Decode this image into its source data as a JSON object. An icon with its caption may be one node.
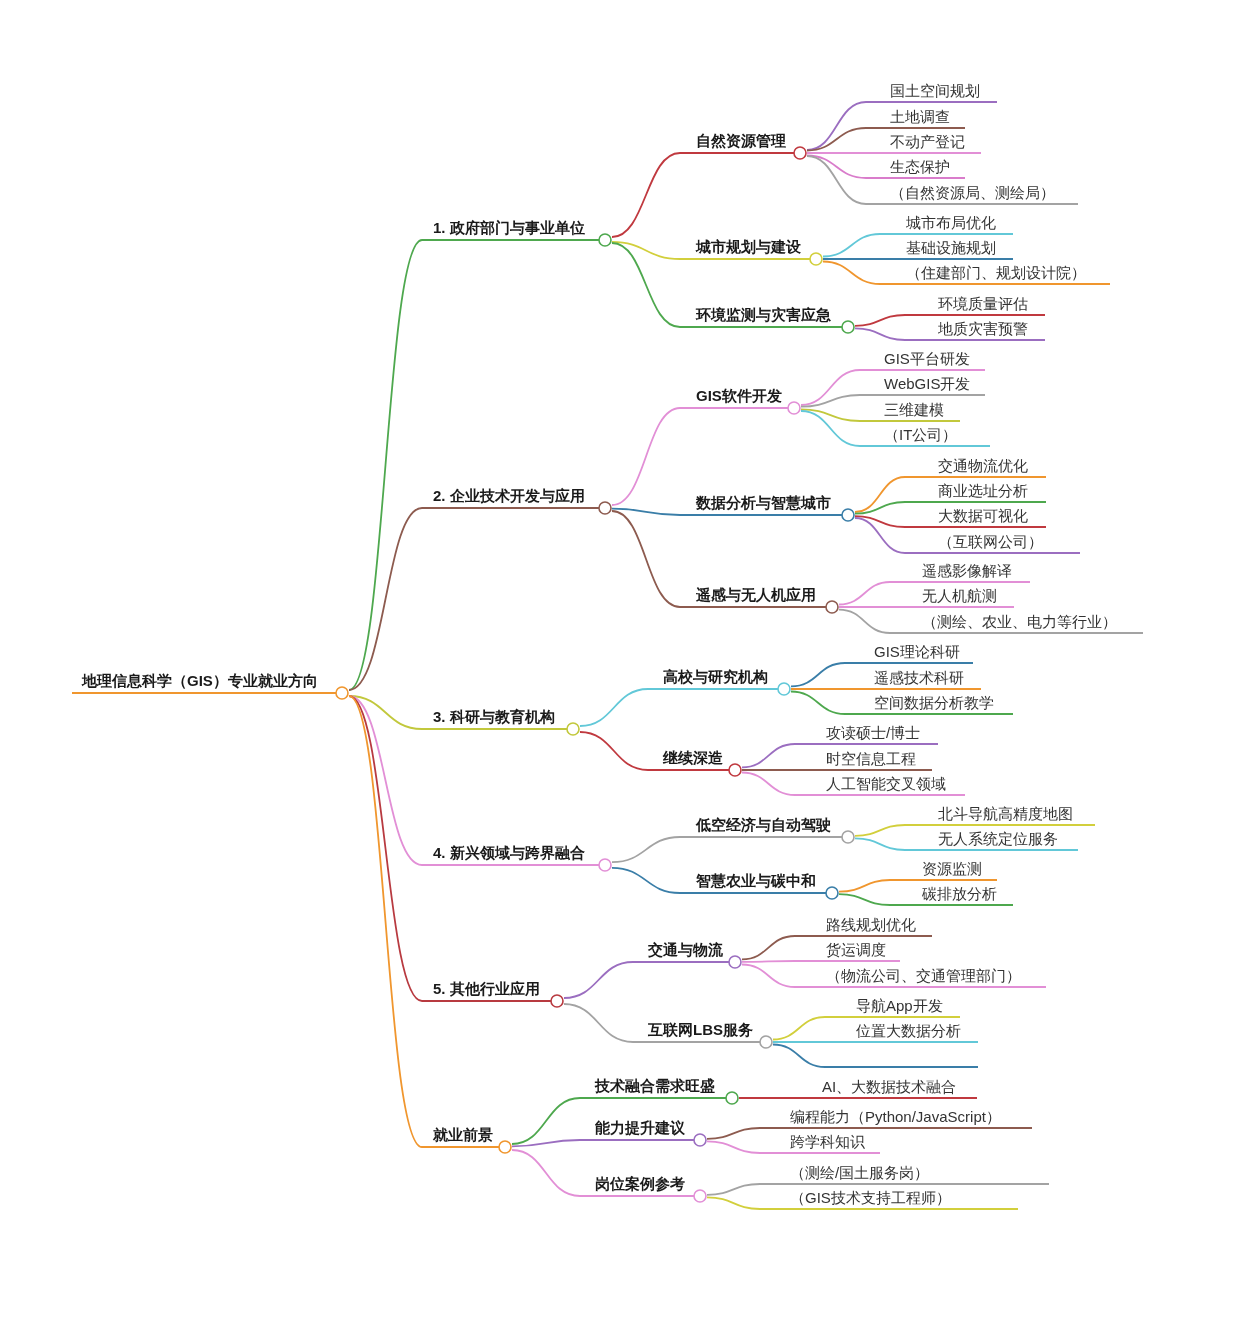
{
  "diagram": {
    "nodes": [
      {
        "text": [
          "地理信息科学（GIS）专业就业方向"
        ]
      },
      {
        "text": [
          "1. 政府部门与事业单位"
        ]
      },
      {
        "text": [
          "自然资源管理"
        ]
      },
      {
        "text": [
          "国土空间规划"
        ]
      },
      {
        "text": [
          "土地调查"
        ]
      },
      {
        "text": [
          "不动产登记"
        ]
      },
      {
        "text": [
          "生态保护"
        ]
      },
      {
        "text": [
          "（自然资源局、测绘局）"
        ]
      },
      {
        "text": [
          "城市规划与建设"
        ]
      },
      {
        "text": [
          "城市布局优化"
        ]
      },
      {
        "text": [
          "基础设施规划"
        ]
      },
      {
        "text": [
          "（住建部门、规划设计院）"
        ]
      },
      {
        "text": [
          "环境监测与灾害应急"
        ]
      },
      {
        "text": [
          "环境质量评估"
        ]
      },
      {
        "text": [
          "地质灾害预警"
        ]
      },
      {
        "text": [
          "2. 企业技术开发与应用"
        ]
      },
      {
        "text": [
          "GIS软件开发"
        ]
      },
      {
        "text": [
          "GIS平台研发"
        ]
      },
      {
        "text": [
          "WebGIS开发"
        ]
      },
      {
        "text": [
          "三维建模"
        ]
      },
      {
        "text": [
          "（IT公司）"
        ]
      },
      {
        "text": [
          "数据分析与智慧城市"
        ]
      },
      {
        "text": [
          "交通物流优化"
        ]
      },
      {
        "text": [
          "商业选址分析"
        ]
      },
      {
        "text": [
          "大数据可视化"
        ]
      },
      {
        "text": [
          "（互联网公司）"
        ]
      },
      {
        "text": [
          "遥感与无人机应用"
        ]
      },
      {
        "text": [
          "遥感影像解译"
        ]
      },
      {
        "text": [
          "无人机航测"
        ]
      },
      {
        "text": [
          "（测绘、农业、电力等行业）"
        ]
      },
      {
        "text": [
          "3. 科研与教育机构"
        ]
      },
      {
        "text": [
          "高校与研究机构"
        ]
      },
      {
        "text": [
          "GIS理论科研"
        ]
      },
      {
        "text": [
          "遥感技术科研"
        ]
      },
      {
        "text": [
          "空间数据分析教学"
        ]
      },
      {
        "text": [
          "继续深造"
        ]
      },
      {
        "text": [
          "攻读硕士/博士"
        ]
      },
      {
        "text": [
          "时空信息工程"
        ]
      },
      {
        "text": [
          "人工智能交叉领域"
        ]
      },
      {
        "text": [
          "4. 新兴领域与跨界融合"
        ]
      },
      {
        "text": [
          "低空经济与自动驾驶"
        ]
      },
      {
        "text": [
          "北斗导航高精度地图"
        ]
      },
      {
        "text": [
          "无人系统定位服务"
        ]
      },
      {
        "text": [
          "智慧农业与碳中和"
        ]
      },
      {
        "text": [
          "资源监测"
        ]
      },
      {
        "text": [
          "碳排放分析"
        ]
      },
      {
        "text": [
          "5. 其他行业应用"
        ]
      },
      {
        "text": [
          "交通与物流"
        ]
      },
      {
        "text": [
          "路线规划优化"
        ]
      },
      {
        "text": [
          "货运调度"
        ]
      },
      {
        "text": [
          "（物流公司、交通管理部门）"
        ]
      },
      {
        "text": [
          "互联网LBS服务"
        ]
      },
      {
        "text": [
          "导航App开发"
        ]
      },
      {
        "text": [
          "位置大数据分析"
        ]
      },
      {
        "text": [],
        "shape": "line"
      },
      {
        "text": [
          "就业前景"
        ]
      },
      {
        "text": [
          "技术融合需求旺盛"
        ]
      },
      {
        "text": [
          "AI、大数据技术融合"
        ]
      },
      {
        "text": [
          "能力提升建议"
        ]
      },
      {
        "text": [
          "编程能力（Python/JavaScript）"
        ]
      },
      {
        "text": [
          "跨学科知识"
        ]
      },
      {
        "text": [
          "岗位案例参考"
        ]
      },
      {
        "text": [
          "（测绘/国土服务岗）"
        ]
      },
      {
        "text": [
          "（GIS技术支持工程师）"
        ]
      }
    ],
    "edges": [
      {
        "from": 0,
        "to": 1,
        "arrow": "none",
        "color": "#4ea84e"
      },
      {
        "from": 0,
        "to": 15,
        "arrow": "none",
        "color": "#8d5b4f"
      },
      {
        "from": 0,
        "to": 30,
        "arrow": "none",
        "color": "#c2c83c"
      },
      {
        "from": 0,
        "to": 39,
        "arrow": "none",
        "color": "#e28fd6"
      },
      {
        "from": 0,
        "to": 46,
        "arrow": "none",
        "color": "#b83a40"
      },
      {
        "from": 0,
        "to": 55,
        "arrow": "none",
        "color": "#f0962e"
      },
      {
        "from": 1,
        "to": 2,
        "arrow": "none",
        "color": "#c0393f"
      },
      {
        "from": 2,
        "to": 3,
        "arrow": "none",
        "color": "#9b6ec0"
      },
      {
        "from": 2,
        "to": 4,
        "arrow": "none",
        "color": "#8d5b4f"
      },
      {
        "from": 2,
        "to": 5,
        "arrow": "none",
        "color": "#e28fd6"
      },
      {
        "from": 2,
        "to": 6,
        "arrow": "none",
        "color": "#d97ccb"
      },
      {
        "from": 2,
        "to": 7,
        "arrow": "none",
        "color": "#a3a3a3"
      },
      {
        "from": 1,
        "to": 8,
        "arrow": "none",
        "color": "#d2cf3c"
      },
      {
        "from": 8,
        "to": 9,
        "arrow": "none",
        "color": "#62c8d8"
      },
      {
        "from": 8,
        "to": 10,
        "arrow": "none",
        "color": "#3a7ea8"
      },
      {
        "from": 8,
        "to": 11,
        "arrow": "none",
        "color": "#f0962e"
      },
      {
        "from": 1,
        "to": 12,
        "arrow": "none",
        "color": "#4ea84e"
      },
      {
        "from": 12,
        "to": 13,
        "arrow": "none",
        "color": "#c0393f"
      },
      {
        "from": 12,
        "to": 14,
        "arrow": "none",
        "color": "#9b6ec0"
      },
      {
        "from": 15,
        "to": 16,
        "arrow": "none",
        "color": "#e28fd6"
      },
      {
        "from": 16,
        "to": 17,
        "arrow": "none",
        "color": "#e28fd6"
      },
      {
        "from": 16,
        "to": 18,
        "arrow": "none",
        "color": "#a3a3a3"
      },
      {
        "from": 16,
        "to": 19,
        "arrow": "none",
        "color": "#c2c83c"
      },
      {
        "from": 16,
        "to": 20,
        "arrow": "none",
        "color": "#62c8d8"
      },
      {
        "from": 15,
        "to": 21,
        "arrow": "none",
        "color": "#3a7ea8"
      },
      {
        "from": 21,
        "to": 22,
        "arrow": "none",
        "color": "#f0962e"
      },
      {
        "from": 21,
        "to": 23,
        "arrow": "none",
        "color": "#4ea84e"
      },
      {
        "from": 21,
        "to": 24,
        "arrow": "none",
        "color": "#c0393f"
      },
      {
        "from": 21,
        "to": 25,
        "arrow": "none",
        "color": "#9b6ec0"
      },
      {
        "from": 15,
        "to": 26,
        "arrow": "none",
        "color": "#8d5b4f"
      },
      {
        "from": 26,
        "to": 27,
        "arrow": "none",
        "color": "#e28fd6"
      },
      {
        "from": 26,
        "to": 28,
        "arrow": "none",
        "color": "#e28fd6"
      },
      {
        "from": 26,
        "to": 29,
        "arrow": "none",
        "color": "#a3a3a3"
      },
      {
        "from": 30,
        "to": 31,
        "arrow": "none",
        "color": "#62c8d8"
      },
      {
        "from": 31,
        "to": 32,
        "arrow": "none",
        "color": "#3a7ea8"
      },
      {
        "from": 31,
        "to": 33,
        "arrow": "none",
        "color": "#f0962e"
      },
      {
        "from": 31,
        "to": 34,
        "arrow": "none",
        "color": "#4ea84e"
      },
      {
        "from": 30,
        "to": 35,
        "arrow": "none",
        "color": "#c0393f"
      },
      {
        "from": 35,
        "to": 36,
        "arrow": "none",
        "color": "#9b6ec0"
      },
      {
        "from": 35,
        "to": 37,
        "arrow": "none",
        "color": "#8d5b4f"
      },
      {
        "from": 35,
        "to": 38,
        "arrow": "none",
        "color": "#e28fd6"
      },
      {
        "from": 39,
        "to": 40,
        "arrow": "none",
        "color": "#a3a3a3"
      },
      {
        "from": 40,
        "to": 41,
        "arrow": "none",
        "color": "#d2cf3c"
      },
      {
        "from": 40,
        "to": 42,
        "arrow": "none",
        "color": "#62c8d8"
      },
      {
        "from": 39,
        "to": 43,
        "arrow": "none",
        "color": "#3a7ea8"
      },
      {
        "from": 43,
        "to": 44,
        "arrow": "none",
        "color": "#f0962e"
      },
      {
        "from": 43,
        "to": 45,
        "arrow": "none",
        "color": "#4ea84e"
      },
      {
        "from": 46,
        "to": 47,
        "arrow": "none",
        "color": "#9b6ec0"
      },
      {
        "from": 47,
        "to": 48,
        "arrow": "none",
        "color": "#8d5b4f"
      },
      {
        "from": 47,
        "to": 49,
        "arrow": "none",
        "color": "#e28fd6"
      },
      {
        "from": 47,
        "to": 50,
        "arrow": "none",
        "color": "#e28fd6"
      },
      {
        "from": 46,
        "to": 51,
        "arrow": "none",
        "color": "#a3a3a3"
      },
      {
        "from": 51,
        "to": 52,
        "arrow": "none",
        "color": "#d2cf3c"
      },
      {
        "from": 51,
        "to": 53,
        "arrow": "none",
        "color": "#62c8d8"
      },
      {
        "from": 51,
        "to": 54,
        "arrow": "none",
        "color": "#3a7ea8"
      },
      {
        "from": 55,
        "to": 56,
        "arrow": "none",
        "color": "#4ea84e"
      },
      {
        "from": 56,
        "to": 57,
        "arrow": "none",
        "color": "#c0393f"
      },
      {
        "from": 55,
        "to": 58,
        "arrow": "none",
        "color": "#9b6ec0"
      },
      {
        "from": 58,
        "to": 59,
        "arrow": "none",
        "color": "#8d5b4f"
      },
      {
        "from": 58,
        "to": 60,
        "arrow": "none",
        "color": "#e28fd6"
      },
      {
        "from": 55,
        "to": 61,
        "arrow": "none",
        "color": "#e28fd6"
      },
      {
        "from": 61,
        "to": 62,
        "arrow": "none",
        "color": "#a3a3a3"
      },
      {
        "from": 61,
        "to": 63,
        "arrow": "none",
        "color": "#d2cf3c"
      }
    ]
  }
}
